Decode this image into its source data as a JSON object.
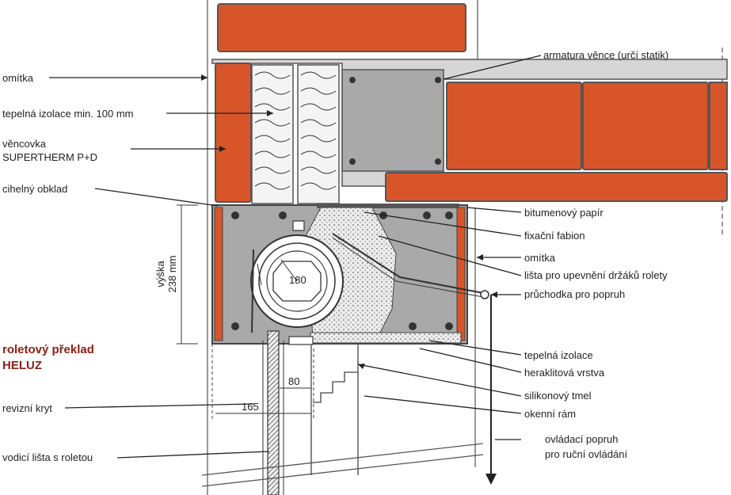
{
  "labels_left": {
    "omitka": "omítka",
    "tepelna_izolace": "tepelná izolace min. 100 mm",
    "vencovka_1": "věncovka",
    "vencovka_2": "SUPERTHERM P+D",
    "cihelny_obklad": "cihelný obklad",
    "revizni_kryt": "revizní kryt",
    "vodici_lista": "vodicí lišta s roletou"
  },
  "title": {
    "line1": "roletový překlad",
    "line2": "HELUZ"
  },
  "labels_right": {
    "armatura": "armatura věnce (určí statik)",
    "bitumen": "bitumenový papír",
    "fabion": "fixační fabion",
    "omitka_r": "omítka",
    "lista_upevneni": "lišta pro upevnění držáků rolety",
    "pruchodka": "průchodka pro popruh",
    "tepelna_izolace_r": "tepelná izolace",
    "heraklit": "heraklitová vrstva",
    "silikon": "silikonový tmel",
    "okenni_ram": "okenní rám",
    "ovladaci_1": "ovládací popruh",
    "ovladaci_2": "pro ruční ovládání"
  },
  "dimensions": {
    "vyska_1": "výška",
    "vyska_2": "238 mm",
    "d180": "180",
    "d80": "80",
    "d165": "165"
  },
  "colors": {
    "brick": "#d8552a",
    "concrete": "#a9a9a9",
    "insulation": "#f4f4f4",
    "title_red": "#8b1e12"
  }
}
